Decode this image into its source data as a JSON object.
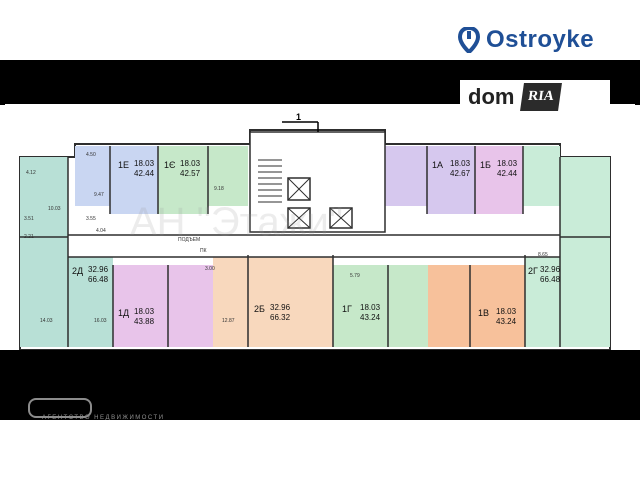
{
  "logo": {
    "text": "Ostroyke",
    "color": "#1f4f96",
    "icon": "pin-icon"
  },
  "watermark": {
    "dom": "dom",
    "ria": "RIA",
    "agency": "АГЕНТСТВО НЕДВИЖИМОСТИ",
    "overlay": "АН \"Этажи\""
  },
  "plan": {
    "section_number": "1",
    "labels": {
      "stair": "ПОДЪЕМ",
      "corridor": "ПК"
    },
    "apartments": [
      {
        "id": "1Е",
        "a": "18.03",
        "b": "42.44"
      },
      {
        "id": "1Є",
        "a": "18.03",
        "b": "42.57"
      },
      {
        "id": "1А",
        "a": "18.03",
        "b": "42.67"
      },
      {
        "id": "1Б",
        "a": "18.03",
        "b": "42.44"
      },
      {
        "id": "2Д",
        "a": "32.96",
        "b": "66.48"
      },
      {
        "id": "1Д",
        "a": "18.03",
        "b": "43.88"
      },
      {
        "id": "2Б",
        "a": "32.96",
        "b": "66.32"
      },
      {
        "id": "1Г",
        "a": "18.03",
        "b": "43.24"
      },
      {
        "id": "1В",
        "a": "18.03",
        "b": "43.24"
      },
      {
        "id": "2Г",
        "a": "32.96",
        "b": "66.48"
      }
    ],
    "room_values": [
      "4.12",
      "4.50",
      "9.47",
      "3.55",
      "10.03",
      "3.51",
      "14.03",
      "16.03",
      "12.87",
      "9.18",
      "5.79",
      "8.65",
      "4.04",
      "3.00",
      "2.21"
    ],
    "colors": {
      "blue": "#c9d6f2",
      "lilac": "#d6c8ee",
      "green": "#c6e8c9",
      "teal": "#b8e0d6",
      "peach": "#f8d8bd",
      "orange": "#f7c19b",
      "pink": "#e8c4ea",
      "mint": "#c9ecd8",
      "wall": "#2e2e2e"
    }
  }
}
